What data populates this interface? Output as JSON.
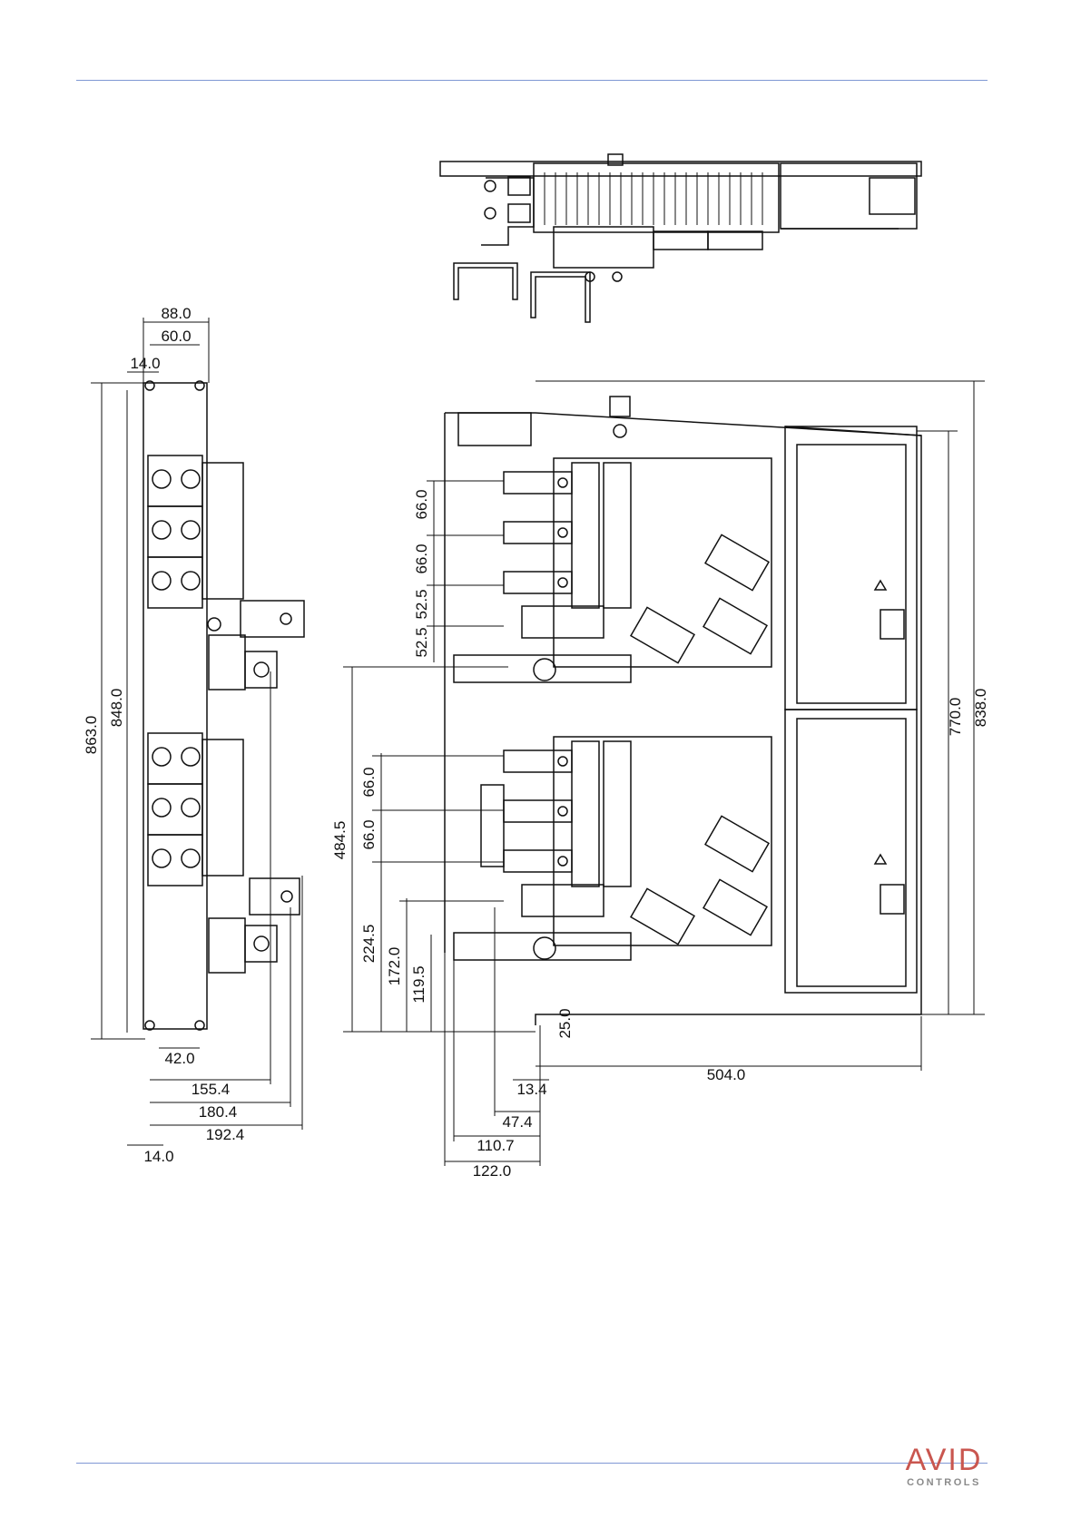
{
  "drawing": {
    "left_view": {
      "overall_height": "863.0",
      "mount_height": "848.0",
      "top_width": "88.0",
      "top_hole_pitch": "60.0",
      "top_offset": "14.0",
      "base_offset": "42.0",
      "depth_1": "155.4",
      "depth_2": "180.4",
      "depth_3": "192.4",
      "bottom_offset": "14.0"
    },
    "front_view": {
      "pitch_a": "66.0",
      "pitch_b": "66.0",
      "pitch_c": "52.5",
      "pitch_d": "52.5",
      "pitch_e": "66.0",
      "pitch_f": "66.0",
      "height_main": "484.5",
      "height_1": "224.5",
      "height_2": "172.0",
      "height_3": "119.5",
      "bottom_gap": "25.0",
      "width_main": "504.0",
      "offset_1": "13.4",
      "offset_2": "47.4",
      "offset_3": "110.7",
      "offset_4": "122.0",
      "height_enclosure": "770.0",
      "height_total": "838.0"
    }
  },
  "footer": {
    "brand": "AVID",
    "brand_sub": "CONTROLS"
  }
}
